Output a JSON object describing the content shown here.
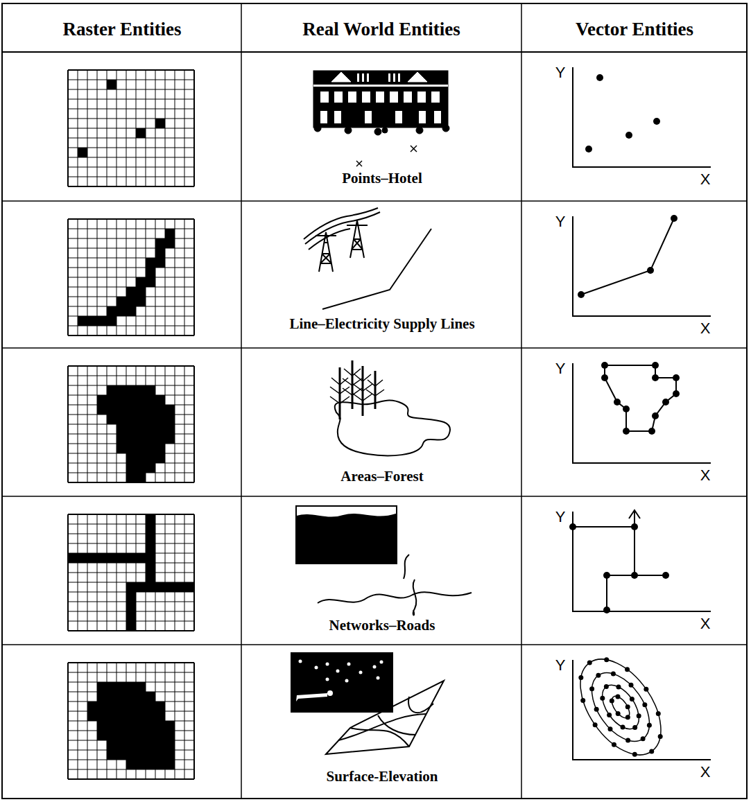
{
  "diagram": {
    "labels": [
      "Raster Entities",
      "Real World Entities",
      "Vector Entities",
      "Points–Hotel",
      "Y",
      "X",
      "Line–Electricity Supply Lines",
      "Y",
      "X",
      "Areas–Forest",
      "Y",
      "X",
      "Networks–Roads",
      "Y",
      "X",
      "Surface-Elevation",
      "Y",
      "X"
    ]
  }
}
